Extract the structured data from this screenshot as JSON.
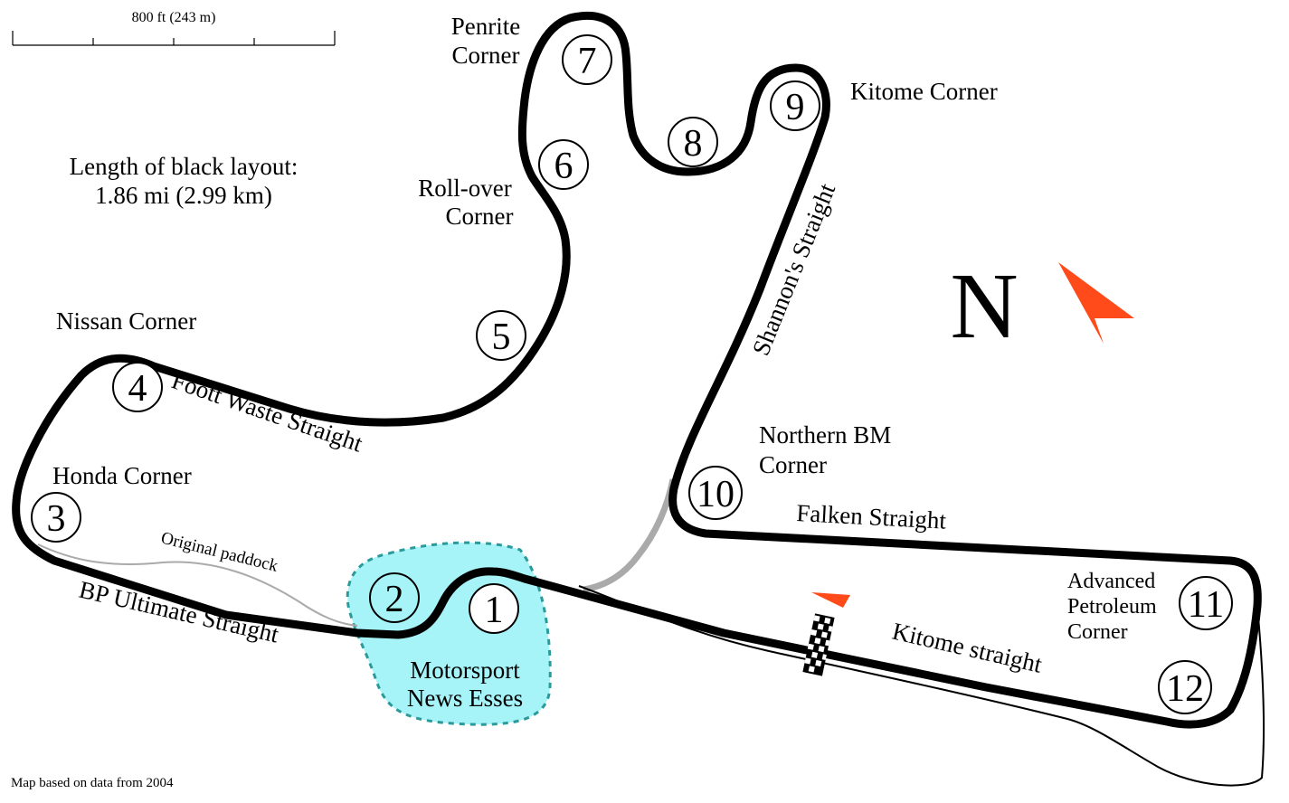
{
  "scale_bar": {
    "label": "800 ft (243 m)"
  },
  "length": {
    "line1": "Length of black layout:",
    "line2": "1.86 mi (2.99 km)"
  },
  "compass": {
    "letter": "N",
    "arrow_color": "#ff4a1a"
  },
  "colors": {
    "track": "#000000",
    "old_track": "#aaaaaa",
    "esses_fill": "#a6f4f8",
    "esses_border": "#2a9a9a",
    "flag": "#ff4a1a"
  },
  "turns": [
    "1",
    "2",
    "3",
    "4",
    "5",
    "6",
    "7",
    "8",
    "9",
    "10",
    "11",
    "12"
  ],
  "labels": {
    "penrite_1": "Penrite",
    "penrite_2": "Corner",
    "kitome_corner": "Kitome Corner",
    "rollover_1": "Roll-over",
    "rollover_2": "Corner",
    "nissan": "Nissan Corner",
    "foott": "Foott Waste Straight",
    "honda": "Honda Corner",
    "paddock": "Original paddock",
    "bp": "BP Ultimate Straight",
    "motorsport_1": "Motorsport",
    "motorsport_2": "News Esses",
    "shannons": "Shannon's Straight",
    "northern_1": "Northern BM",
    "northern_2": "Corner",
    "falken": "Falken Straight",
    "advanced_1": "Advanced",
    "advanced_2": "Petroleum",
    "advanced_3": "Corner",
    "kitome_straight": "Kitome straight"
  },
  "footer": "Map based on data from 2004"
}
